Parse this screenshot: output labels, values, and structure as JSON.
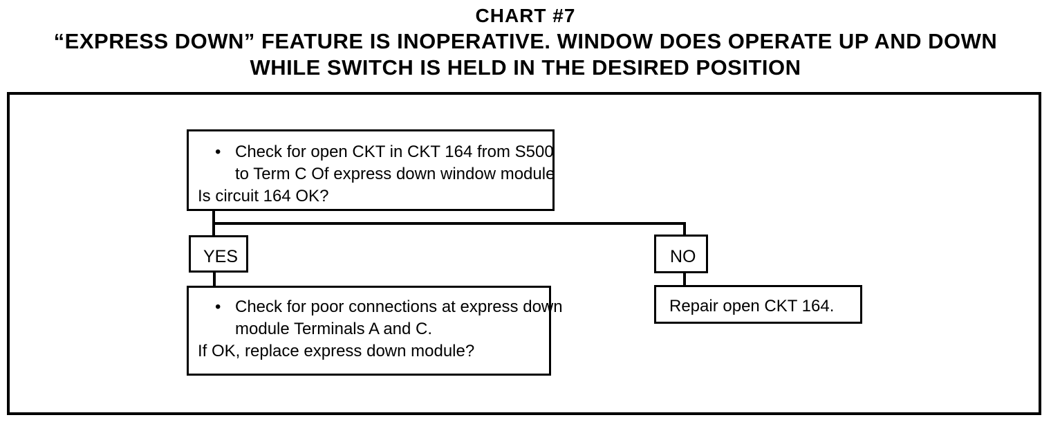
{
  "title": {
    "line1": "CHART #7",
    "line2": "“EXPRESS DOWN” FEATURE IS INOPERATIVE. WINDOW DOES OPERATE UP AND DOWN",
    "line3": "WHILE SWITCH IS HELD IN THE DESIRED POSITION"
  },
  "flowchart": {
    "step1": {
      "bullet": "•",
      "line1": "Check for open CKT in CKT 164 from S500",
      "line2": "to Term C Of express down window module",
      "question": "Is circuit 164 OK?"
    },
    "yes_label": "YES",
    "no_label": "NO",
    "yes_action": {
      "bullet": "•",
      "line1": "Check for poor connections at express down",
      "line2": "module Terminals A and C.",
      "question": "If OK, replace express down module?"
    },
    "no_action": "Repair open CKT 164."
  }
}
